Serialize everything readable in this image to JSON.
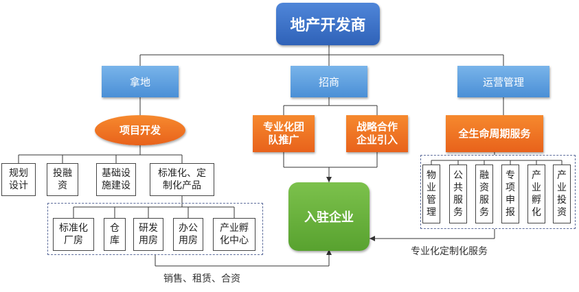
{
  "root": "地产开发商",
  "level2": {
    "nadi": "拿地",
    "zhaoshang": "招商",
    "yunying": "运营管理"
  },
  "project_dev": "项目开发",
  "zhaoshang_children": [
    "专业化团\n队推广",
    "战略合作\n企业引入"
  ],
  "lifecycle": "全生命周期服务",
  "center": "入驻企业",
  "project_items": [
    "规划\n设计",
    "投融\n资",
    "基础设\n施建设",
    "标准化、定\n制化产品"
  ],
  "products": [
    "标准化\n厂房",
    "仓\n库",
    "研发\n用房",
    "办公\n用房",
    "产业孵\n化中心"
  ],
  "services": [
    "物\n业\n管\n理",
    "公\n共\n服\n务",
    "融\n资\n服\n务",
    "专\n项\n申\n报",
    "产\n业\n孵\n化",
    "产\n业\n投\n资"
  ],
  "labels": {
    "sales": "销售、租赁、合资",
    "custom_service": "专业化定制化服务"
  }
}
